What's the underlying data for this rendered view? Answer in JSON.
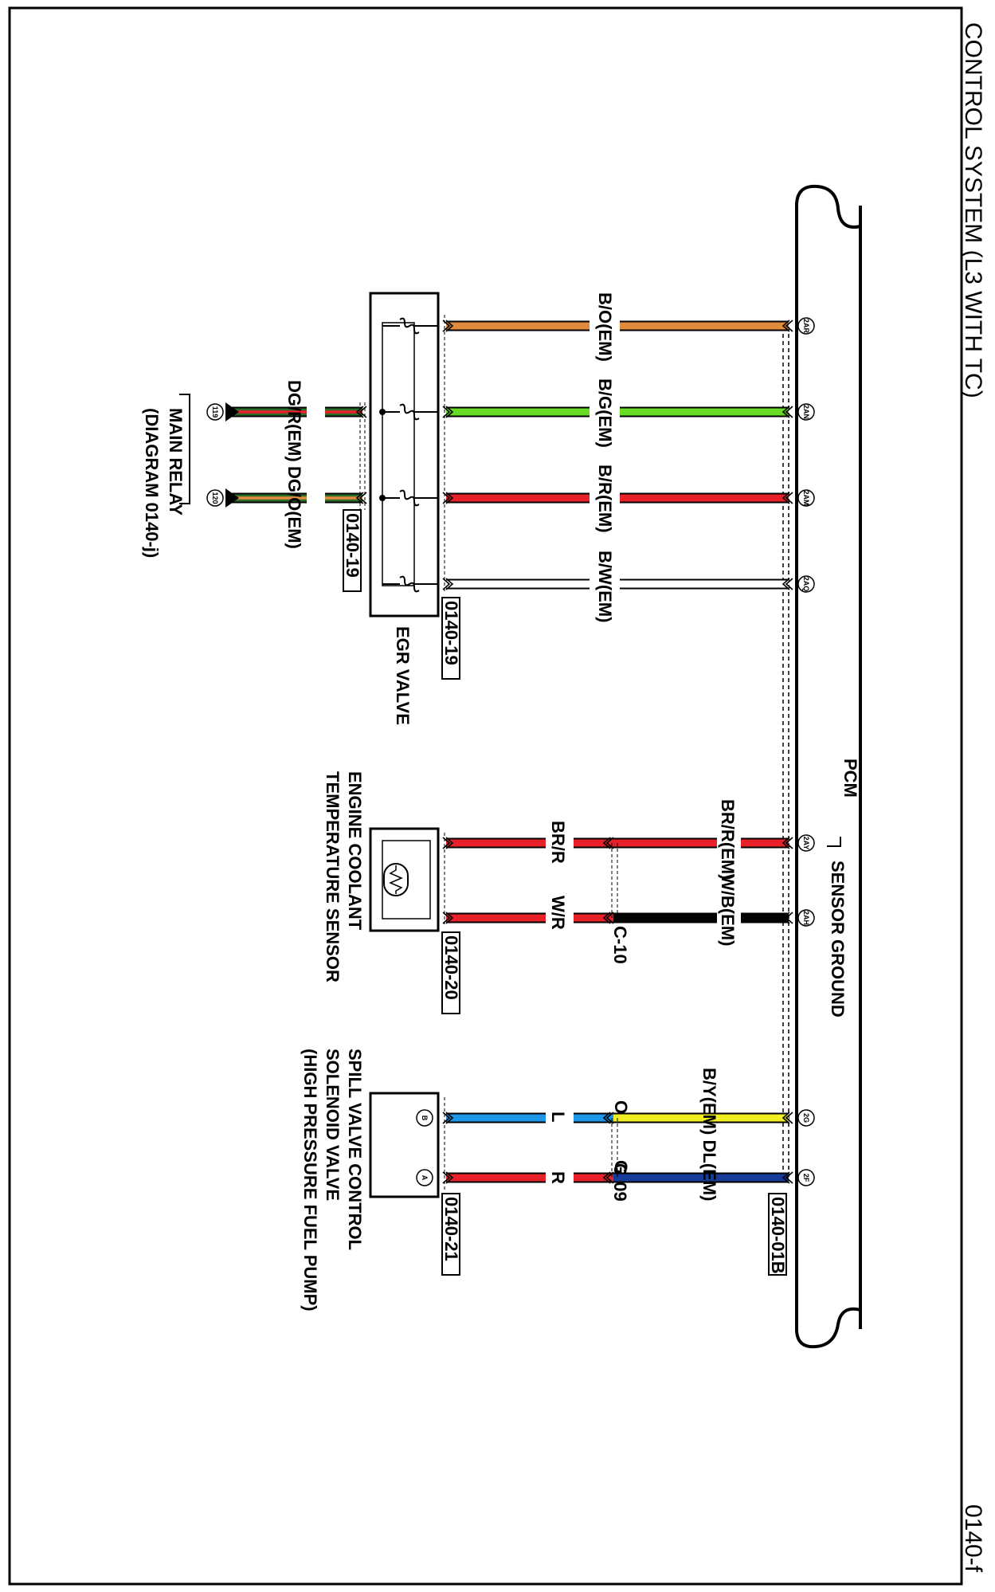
{
  "header": {
    "title": "CONTROL SYSTEM (L3 WITH TC)",
    "page_id": "0140-f"
  },
  "pcm": {
    "label": "PCM",
    "sensor_ground": "SENSOR GROUND",
    "connector": "0140-01B"
  },
  "egr": {
    "label": "EGR VALVE",
    "connector": "0140-19",
    "relay_connector": "0140-19",
    "wires": [
      {
        "pin": "2AR",
        "label": "B/O(EM)",
        "colors": [
          "#e08a3c"
        ]
      },
      {
        "pin": "2AN",
        "label": "B/G(EM)",
        "colors": [
          "#66dd22"
        ]
      },
      {
        "pin": "2AM",
        "label": "B/R(EM)",
        "colors": [
          "#e8202a"
        ]
      },
      {
        "pin": "2AQ",
        "label": "B/W(EM)",
        "colors": [
          "#ffffff"
        ]
      }
    ],
    "relay_wires": [
      {
        "pin": "119",
        "label": "DG/R(EM)",
        "colors": [
          "#2a6e2a",
          "#e8202a"
        ]
      },
      {
        "pin": "120",
        "label": "DG/O(EM)",
        "colors": [
          "#2a6e2a",
          "#e08a3c"
        ]
      }
    ],
    "main_relay": [
      "MAIN RELAY",
      "(DIAGRAM  0140-j)"
    ]
  },
  "ect": {
    "label": [
      "ENGINE COOLANT",
      "TEMPERATURE SENSOR"
    ],
    "connector": "0140-20",
    "joint": "C-10",
    "wires": [
      {
        "pin": "2AY",
        "label_pcm": "BR/R(EM)",
        "label_sensor": "BR/R",
        "pcm_colors": [
          "#e8202a"
        ],
        "sensor_colors": [
          "#e8202a"
        ]
      },
      {
        "pin": "2AH",
        "label_pcm": "W/B(EM)",
        "label_sensor": "W/R",
        "pcm_colors": [
          "#000000"
        ],
        "sensor_colors": [
          "#e8202a"
        ]
      }
    ]
  },
  "spill": {
    "label": [
      "SPILL VALVE CONTROL",
      "SOLENOID VALVE",
      "(HIGH PRESSURE FUEL PUMP)"
    ],
    "connector": "0140-21",
    "joint": "C-09",
    "wires": [
      {
        "pin": "2G",
        "label_pcm": "B/Y(EM)",
        "label_sensor": "L",
        "joint_label": "O",
        "device_pin": "B",
        "pcm_colors": [
          "#f2ee24"
        ],
        "sensor_colors": [
          "#1e96ea"
        ]
      },
      {
        "pin": "2F",
        "label_pcm": "DL(EM)",
        "label_sensor": "R",
        "joint_label": "G",
        "device_pin": "A",
        "pcm_colors": [
          "#143c98"
        ],
        "sensor_colors": [
          "#e8202a"
        ]
      }
    ]
  }
}
